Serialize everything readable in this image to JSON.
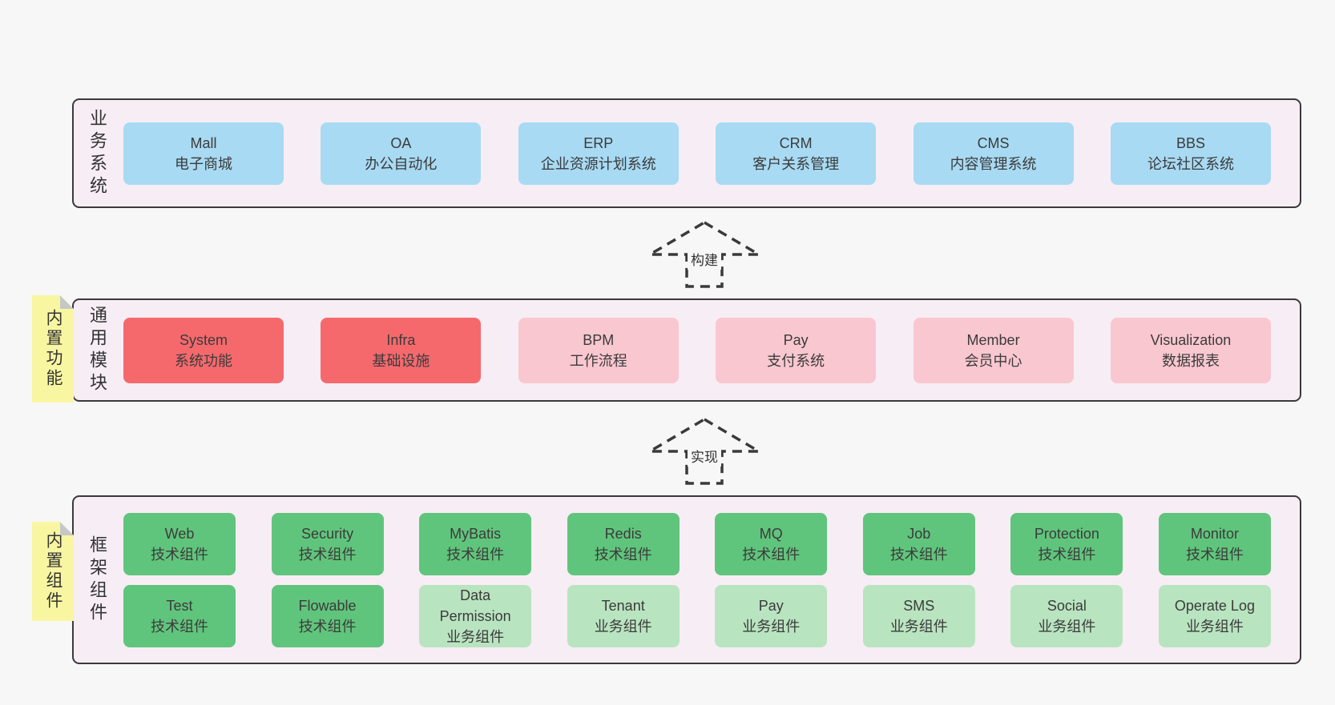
{
  "layers": [
    {
      "title": "业务系统",
      "boxes": [
        {
          "name": "Mall",
          "desc": "电子商城"
        },
        {
          "name": "OA",
          "desc": "办公自动化"
        },
        {
          "name": "ERP",
          "desc": "企业资源计划系统"
        },
        {
          "name": "CRM",
          "desc": "客户关系管理"
        },
        {
          "name": "CMS",
          "desc": "内容管理系统"
        },
        {
          "name": "BBS",
          "desc": "论坛社区系统"
        }
      ]
    },
    {
      "title": "通用模块",
      "tag": "内置功能",
      "boxes": [
        {
          "name": "System",
          "desc": "系统功能"
        },
        {
          "name": "Infra",
          "desc": "基础设施"
        },
        {
          "name": "BPM",
          "desc": "工作流程"
        },
        {
          "name": "Pay",
          "desc": "支付系统"
        },
        {
          "name": "Member",
          "desc": "会员中心"
        },
        {
          "name": "Visualization",
          "desc": "数据报表"
        }
      ]
    },
    {
      "title": "框架组件",
      "tag": "内置组件",
      "row1": [
        {
          "name": "Web",
          "desc": "技术组件"
        },
        {
          "name": "Security",
          "desc": "技术组件"
        },
        {
          "name": "MyBatis",
          "desc": "技术组件"
        },
        {
          "name": "Redis",
          "desc": "技术组件"
        },
        {
          "name": "MQ",
          "desc": "技术组件"
        },
        {
          "name": "Job",
          "desc": "技术组件"
        },
        {
          "name": "Protection",
          "desc": "技术组件"
        },
        {
          "name": "Monitor",
          "desc": "技术组件"
        }
      ],
      "row2": [
        {
          "name": "Test",
          "desc": "技术组件"
        },
        {
          "name": "Flowable",
          "desc": "技术组件"
        },
        {
          "name": "Data Permission",
          "desc": "业务组件"
        },
        {
          "name": "Tenant",
          "desc": "业务组件"
        },
        {
          "name": "Pay",
          "desc": "业务组件"
        },
        {
          "name": "SMS",
          "desc": "业务组件"
        },
        {
          "name": "Social",
          "desc": "业务组件"
        },
        {
          "name": "Operate Log",
          "desc": "业务组件"
        }
      ]
    }
  ],
  "arrows": [
    {
      "label": "构建"
    },
    {
      "label": "实现"
    }
  ],
  "colors": {
    "page_bg": "#f7f7f7",
    "layer_bg": "#f7edf5",
    "layer_border": "#3a3a3a",
    "blue": "#a8daf3",
    "red": "#f5696d",
    "pink": "#f9c7d0",
    "green": "#60c57c",
    "light_green": "#b9e4c0",
    "tag_yellow": "#f9f6a2",
    "fold_grey": "#c7c7c7",
    "arrow_stroke": "#3a3a3a"
  }
}
